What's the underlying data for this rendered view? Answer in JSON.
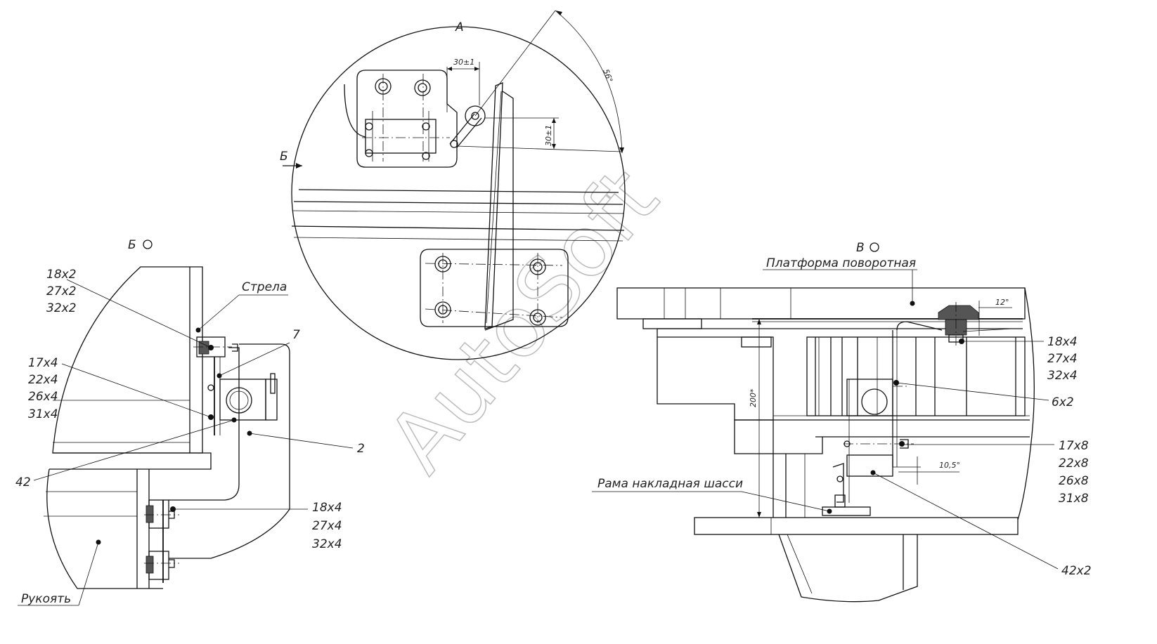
{
  "views": {
    "detail_a": {
      "title": "А",
      "dim_horizontal": "30±1",
      "dim_vertical": "30±1",
      "angle": "56°",
      "direction_marker": "Б"
    },
    "view_b": {
      "title": "Б",
      "labels": {
        "boom": "Стрела",
        "handle": "Рукоять",
        "pos_7": "7",
        "pos_2": "2",
        "pos_42": "42",
        "fast1": [
          "18x2",
          "27x2",
          "32x2"
        ],
        "fast2": [
          "17x4",
          "22x4",
          "26x4",
          "31x4"
        ],
        "fast3": [
          "18x4",
          "27x4",
          "32x4"
        ]
      }
    },
    "view_v": {
      "title": "В",
      "labels": {
        "platform": "Платформа поворотная",
        "frame": "Рама накладная шасси",
        "angle_top": "12°",
        "angle_bottom": "10,5°",
        "dim_height": "200*",
        "fast1": [
          "18x4",
          "27x4",
          "32x4"
        ],
        "fast2": "6x2",
        "fast3": [
          "17x8",
          "22x8",
          "26x8",
          "31x8"
        ],
        "fast4": "42x2"
      }
    }
  },
  "watermark": "AutoSoft"
}
